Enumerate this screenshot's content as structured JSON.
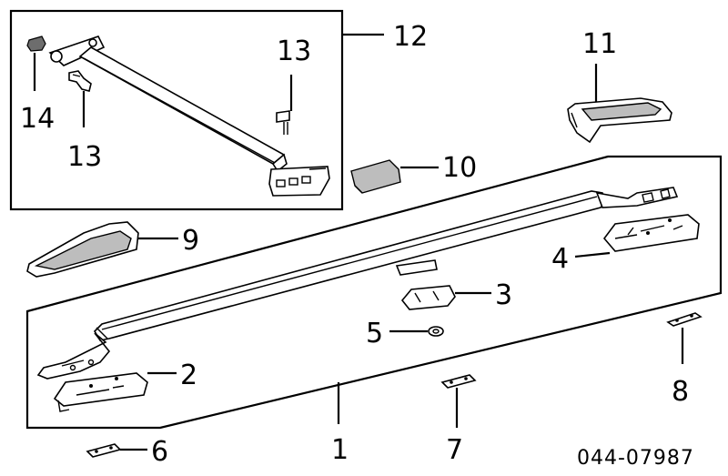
{
  "diagram_code": "044-07987",
  "callouts": {
    "c1": "1",
    "c2": "2",
    "c3": "3",
    "c4": "4",
    "c5": "5",
    "c6": "6",
    "c7": "7",
    "c8": "8",
    "c9": "9",
    "c10": "10",
    "c11": "11",
    "c12": "12",
    "c13a": "13",
    "c13b": "13",
    "c14": "14"
  }
}
